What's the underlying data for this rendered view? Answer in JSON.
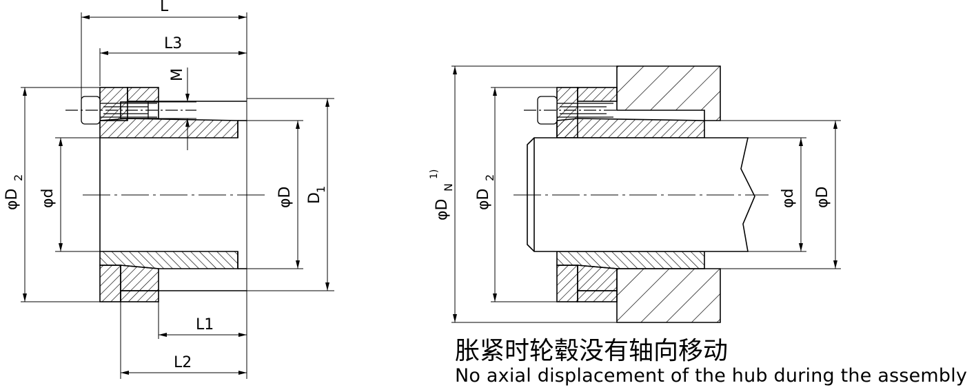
{
  "left_drawing": {
    "dim_L": "L",
    "dim_L3": "L3",
    "dim_M": "M",
    "dim_L1": "L1",
    "dim_L2": "L2",
    "dia_D2": "φD",
    "sub_D2": "2",
    "dia_d": "φd",
    "dia_D": "φD",
    "dim_D1": "D",
    "sub_D1": "1"
  },
  "right_drawing": {
    "dia_DN": "φD",
    "sub_DN": "N",
    "sup_DN": "1)",
    "dia_D2": "φD",
    "sub_D2": "2",
    "dia_d": "φd",
    "dia_D": "φD"
  },
  "caption": {
    "chinese": "胀紧时轮毂没有轴向移动",
    "english": "No axial displacement of the hub during the assembly"
  }
}
